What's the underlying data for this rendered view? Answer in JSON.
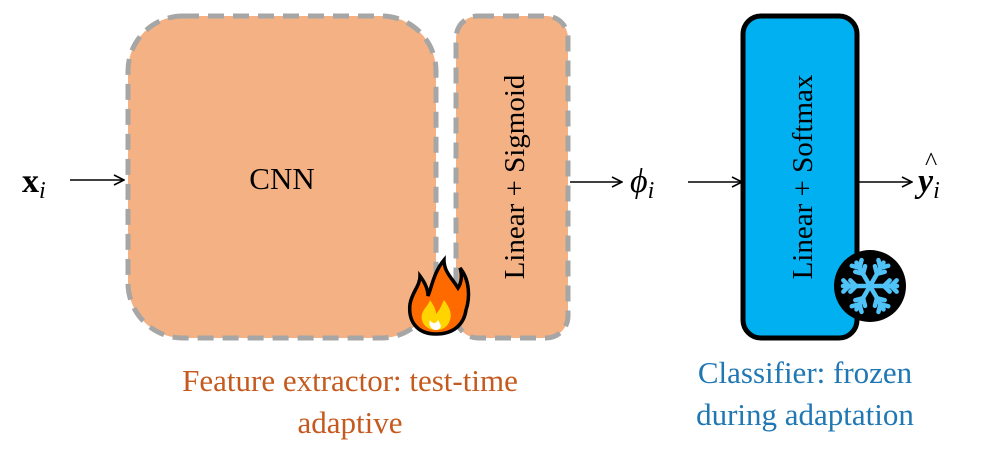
{
  "colors": {
    "feature_fill": "#f4b183",
    "feature_border": "#a6a6a6",
    "classifier_fill": "#00b0f0",
    "classifier_border": "#000000",
    "feature_caption": "#c55a1f",
    "classifier_caption": "#1f77b4",
    "flame_outer": "#ff6a00",
    "flame_inner": "#ffd400",
    "snowflake": "#4fc3f7"
  },
  "input": {
    "symbol": "x",
    "subscript": "i"
  },
  "blocks": {
    "cnn": "CNN",
    "linear_sigmoid": "Linear + Sigmoid",
    "linear_softmax": "Linear + Softmax"
  },
  "features": {
    "symbol": "ϕ",
    "subscript": "i"
  },
  "output": {
    "symbol": "y",
    "hat": "^",
    "subscript": "i"
  },
  "icons": {
    "trainable": "fire-icon",
    "frozen": "snowflake-icon"
  },
  "captions": {
    "feature_extractor": [
      "Feature extractor: test-time",
      "adaptive"
    ],
    "classifier": [
      "Classifier: frozen",
      "during adaptation"
    ]
  }
}
